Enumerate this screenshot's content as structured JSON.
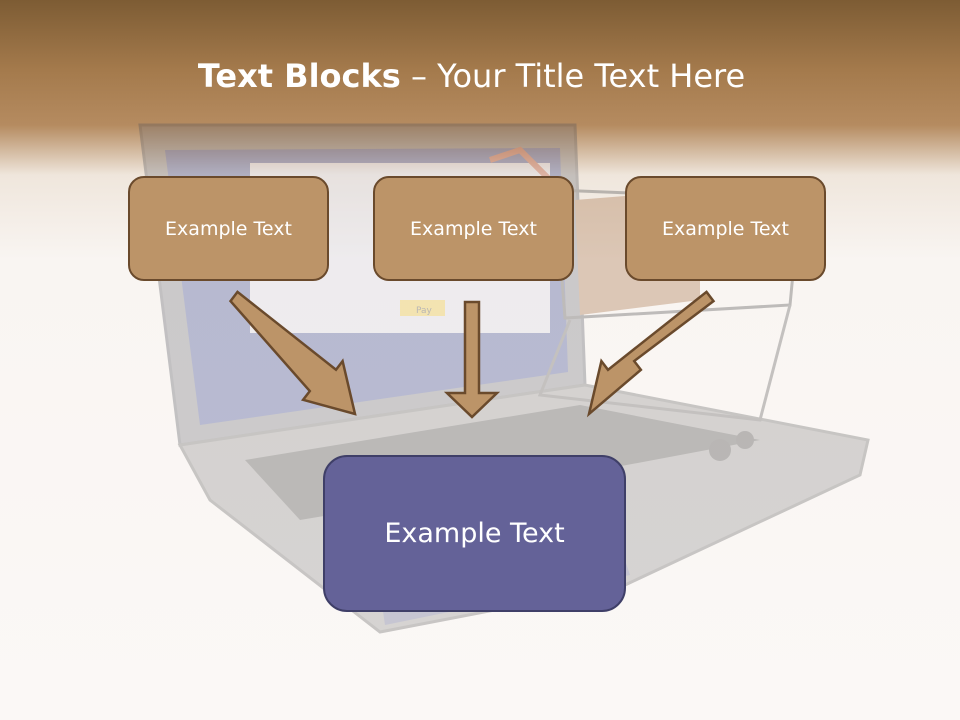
{
  "title": {
    "bold": "Text Blocks",
    "regular": "– Your Title Text Here"
  },
  "boxes": {
    "left": "Example Text",
    "center": "Example Text",
    "right": "Example Text",
    "main": "Example Text"
  },
  "laptop_screen": {
    "pay_button": "Pay"
  },
  "colors": {
    "header_brown": "#7d5c34",
    "box_tan": "#bc9468",
    "box_border": "#6a4a2c",
    "main_box": "#646298"
  }
}
